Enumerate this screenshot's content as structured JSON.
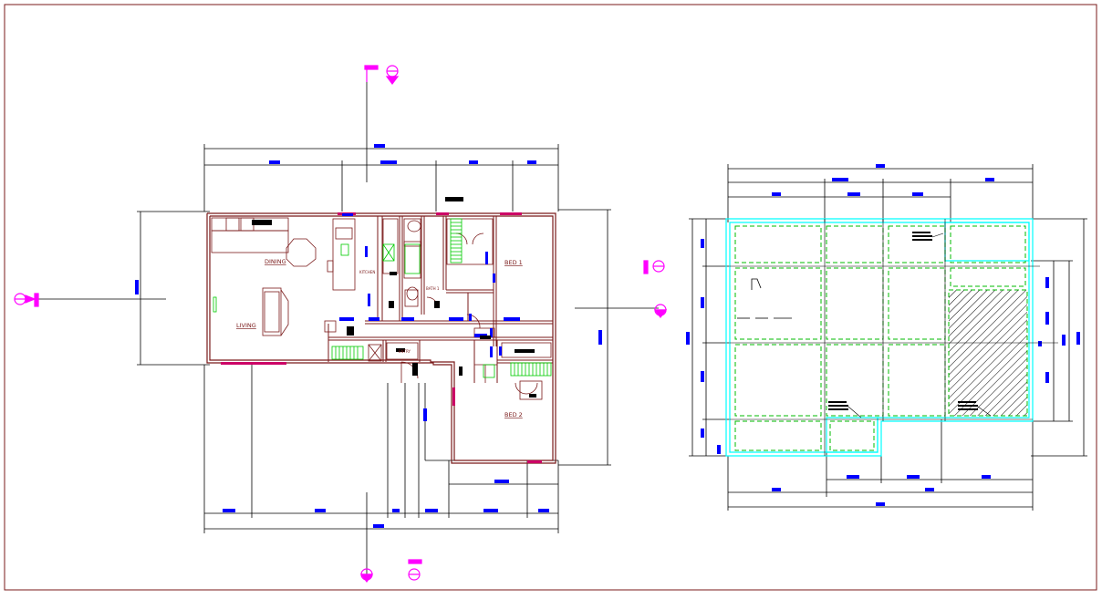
{
  "floor_plan": {
    "rooms": {
      "dining": "DINING",
      "living": "LIVING",
      "kitchen": "KITCHEN",
      "bath": "BATH 1",
      "bed1": "BED 1",
      "bed2": "BED 2",
      "entry": "ENTRY"
    }
  },
  "colors": {
    "wall": "#7a1a1a",
    "dimension": "#000000",
    "dim_tag": "#0000ff",
    "section_marker": "#ff00ff",
    "fixture": "#00cc00",
    "foundation_outline": "#00ffff",
    "foundation_grid": "#00bb00",
    "hatch": "#000000",
    "door": "#cc0066",
    "furniture": "#7a1a1a"
  },
  "icons": {
    "section_marker": "section-cut-marker-icon",
    "north_arrow": "elevation-marker-icon"
  }
}
